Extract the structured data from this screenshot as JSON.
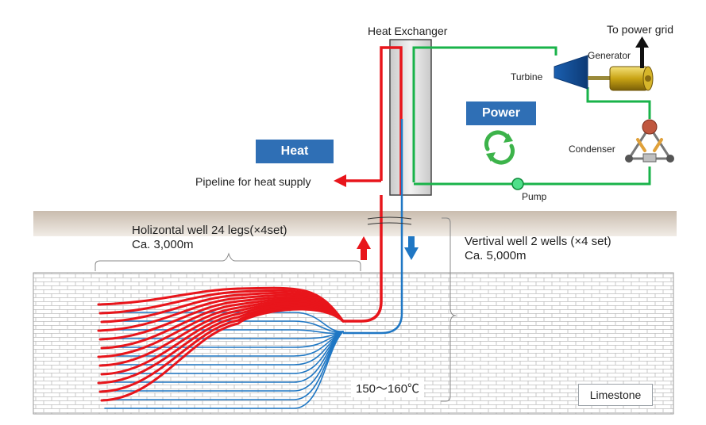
{
  "labels": {
    "heat_exchanger": "Heat Exchanger",
    "to_power_grid": "To power grid",
    "generator": "Generator",
    "turbine": "Turbine",
    "power": "Power",
    "heat": "Heat",
    "condenser": "Condenser",
    "pipeline": "Pipeline for heat supply",
    "pump": "Pump",
    "horizontal_line1": "Holizontal well 24 legs(×4set)",
    "horizontal_line2": "Ca. 3,000m",
    "vertical_line1": "Vertival well 2 wells (×4 set)",
    "vertical_line2": "Ca. 5,000m",
    "temperature": "150～160℃",
    "limestone": "Limestone"
  },
  "colors": {
    "hot_pipe": "#e8151b",
    "cold_pipe": "#1f77c4",
    "power_loop": "#19b34a",
    "label_box": "#2f6fb5",
    "ground_band": "#cfc3b6",
    "brick_line": "#b8b8b8"
  },
  "icons": [
    "recycle-arrows-icon",
    "turbine-icon",
    "generator-icon",
    "condenser-icon",
    "pump-icon",
    "up-arrow-icon",
    "down-arrow-icon",
    "grid-arrow-icon"
  ]
}
